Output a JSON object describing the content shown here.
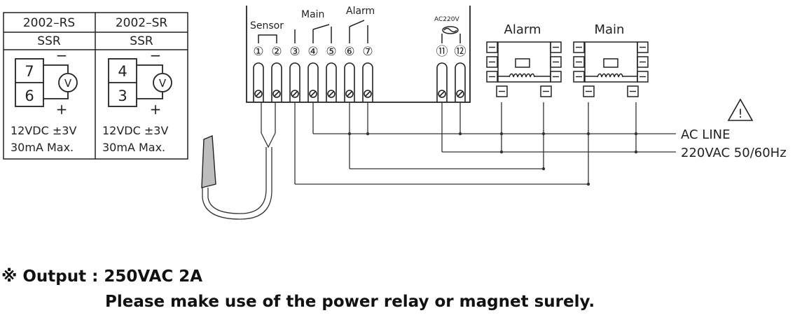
{
  "ssr_table": {
    "col1": {
      "model": "2002–RS",
      "type": "SSR",
      "top_terminal": "7",
      "bottom_terminal": "6",
      "rating1": "12VDC ±3V",
      "rating2": "30mA Max."
    },
    "col2": {
      "model": "2002–SR",
      "type": "SSR",
      "top_terminal": "4",
      "bottom_terminal": "3",
      "rating1": "12VDC ±3V",
      "rating2": "30mA Max."
    },
    "minus": "−",
    "plus": "+",
    "meter": "V"
  },
  "controller": {
    "labels": {
      "sensor": "Sensor",
      "main": "Main",
      "alarm": "Alarm",
      "ac": "AC220V"
    },
    "terminals": [
      "①",
      "②",
      "③",
      "④",
      "⑤",
      "⑥",
      "⑦",
      "⑪",
      "⑫"
    ]
  },
  "relays": {
    "alarm": "Alarm",
    "main": "Main"
  },
  "power": {
    "line1": "AC LINE",
    "line2": "220VAC 50/60Hz",
    "warning": "!"
  },
  "notes": {
    "line1": "※ Output : 250VAC 2A",
    "line2": "Please make use of the power relay or magnet surely."
  }
}
